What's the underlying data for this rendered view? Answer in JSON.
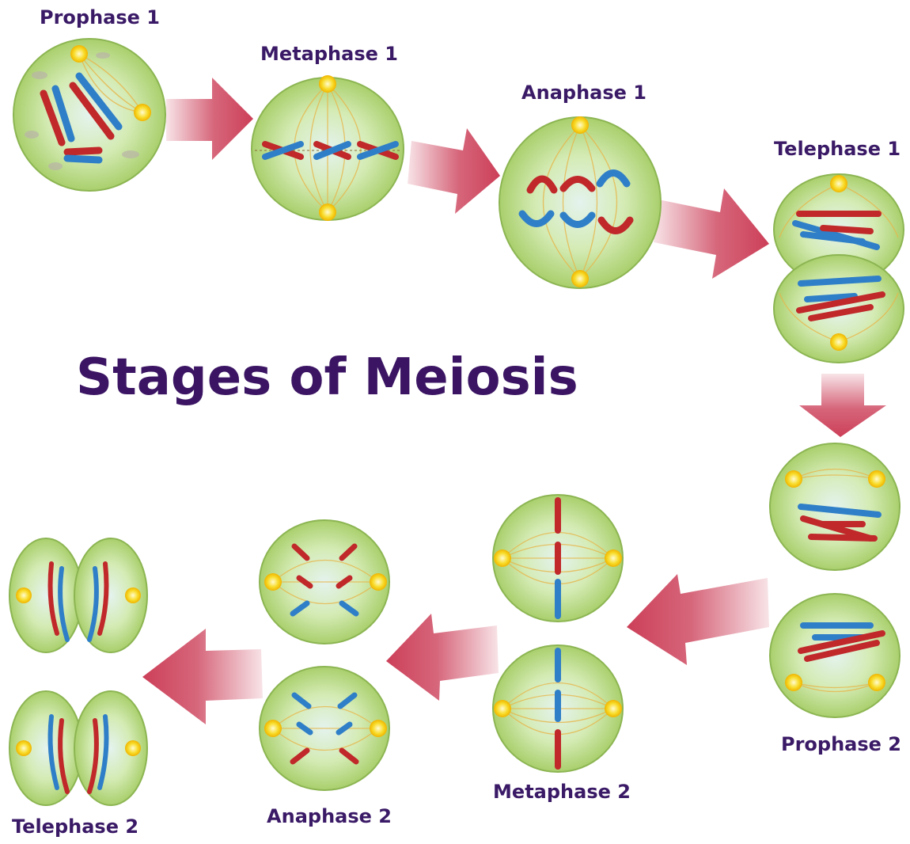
{
  "title": "Stages of Meiosis",
  "stages": {
    "prophase1": "Prophase 1",
    "metaphase1": "Metaphase 1",
    "anaphase1": "Anaphase 1",
    "telophase1": "Telephase 1",
    "prophase2": "Prophase 2",
    "metaphase2": "Metaphase 2",
    "anaphase2": "Anaphase 2",
    "telophase2": "Telephase 2"
  },
  "colors": {
    "title": "#3b1563",
    "label": "#3a1a66",
    "cell_fill": "#c6e08f",
    "cell_center": "#dff0e8",
    "cell_edge": "#7fae4b",
    "chromosome_red": "#c0282a",
    "chromosome_blue": "#2f7fc8",
    "centrosome": "#f5d31f",
    "arrow": "#cf4b63"
  }
}
